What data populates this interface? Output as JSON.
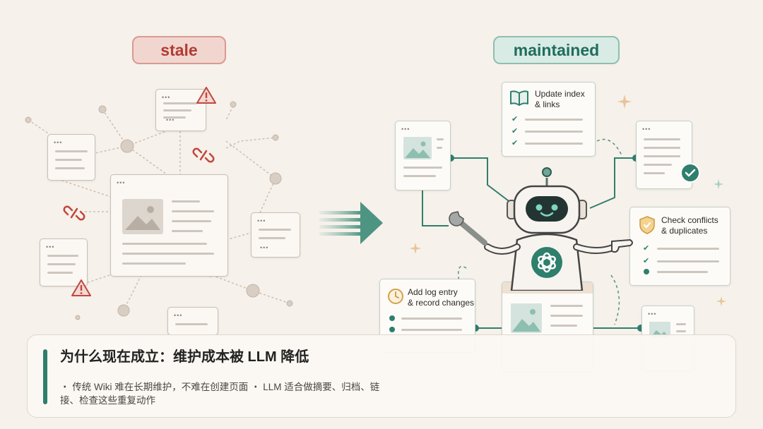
{
  "labels": {
    "left": "stale",
    "right": "maintained"
  },
  "tasks": {
    "update": {
      "line1": "Update index",
      "line2": "& links"
    },
    "check": {
      "line1": "Check conflicts",
      "line2": "& duplicates"
    },
    "log": {
      "line1": "Add log entry",
      "line2": "& record changes"
    }
  },
  "caption": {
    "title": "为什么现在成立：维护成本被 LLM 降低",
    "body": "・ 传统 Wiki 难在长期维护，不难在创建页面 ・ LLM 适合做摘要、归档、链接、检查这些重复动作"
  },
  "icons": [
    "warning-icon",
    "broken-link-icon",
    "image-icon",
    "book-icon",
    "shield-icon",
    "clock-icon",
    "check-icon",
    "wrench-icon",
    "robot-icon",
    "arrow-icon",
    "sparkle-icon"
  ],
  "colors": {
    "stale": "#b23b33",
    "maintained": "#1f6d5d",
    "accent": "#2e7f6d"
  }
}
